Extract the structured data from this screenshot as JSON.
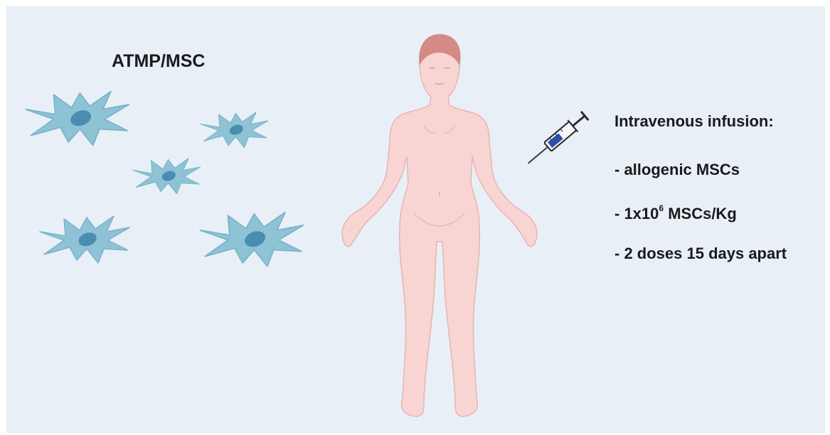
{
  "title": "ATMP/MSC",
  "info": {
    "heading": "Intravenous infusion:",
    "items": [
      {
        "text": "- allogenic MSCs"
      },
      {
        "prefix": "- 1x10",
        "superscript": "6",
        "suffix": " MSCs/Kg"
      },
      {
        "text": "- 2 doses 15 days apart"
      }
    ]
  },
  "icons": [
    "mesenchymal-stem-cell-icon",
    "human-body-icon",
    "syringe-icon"
  ],
  "colors": {
    "background": "#e8eff7",
    "cell_fill": "#8ec3d6",
    "cell_nucleus": "#4b8db0",
    "body_fill": "#f8d5d3",
    "hair": "#d58a86",
    "syringe_fluid": "#2a4fb0"
  }
}
